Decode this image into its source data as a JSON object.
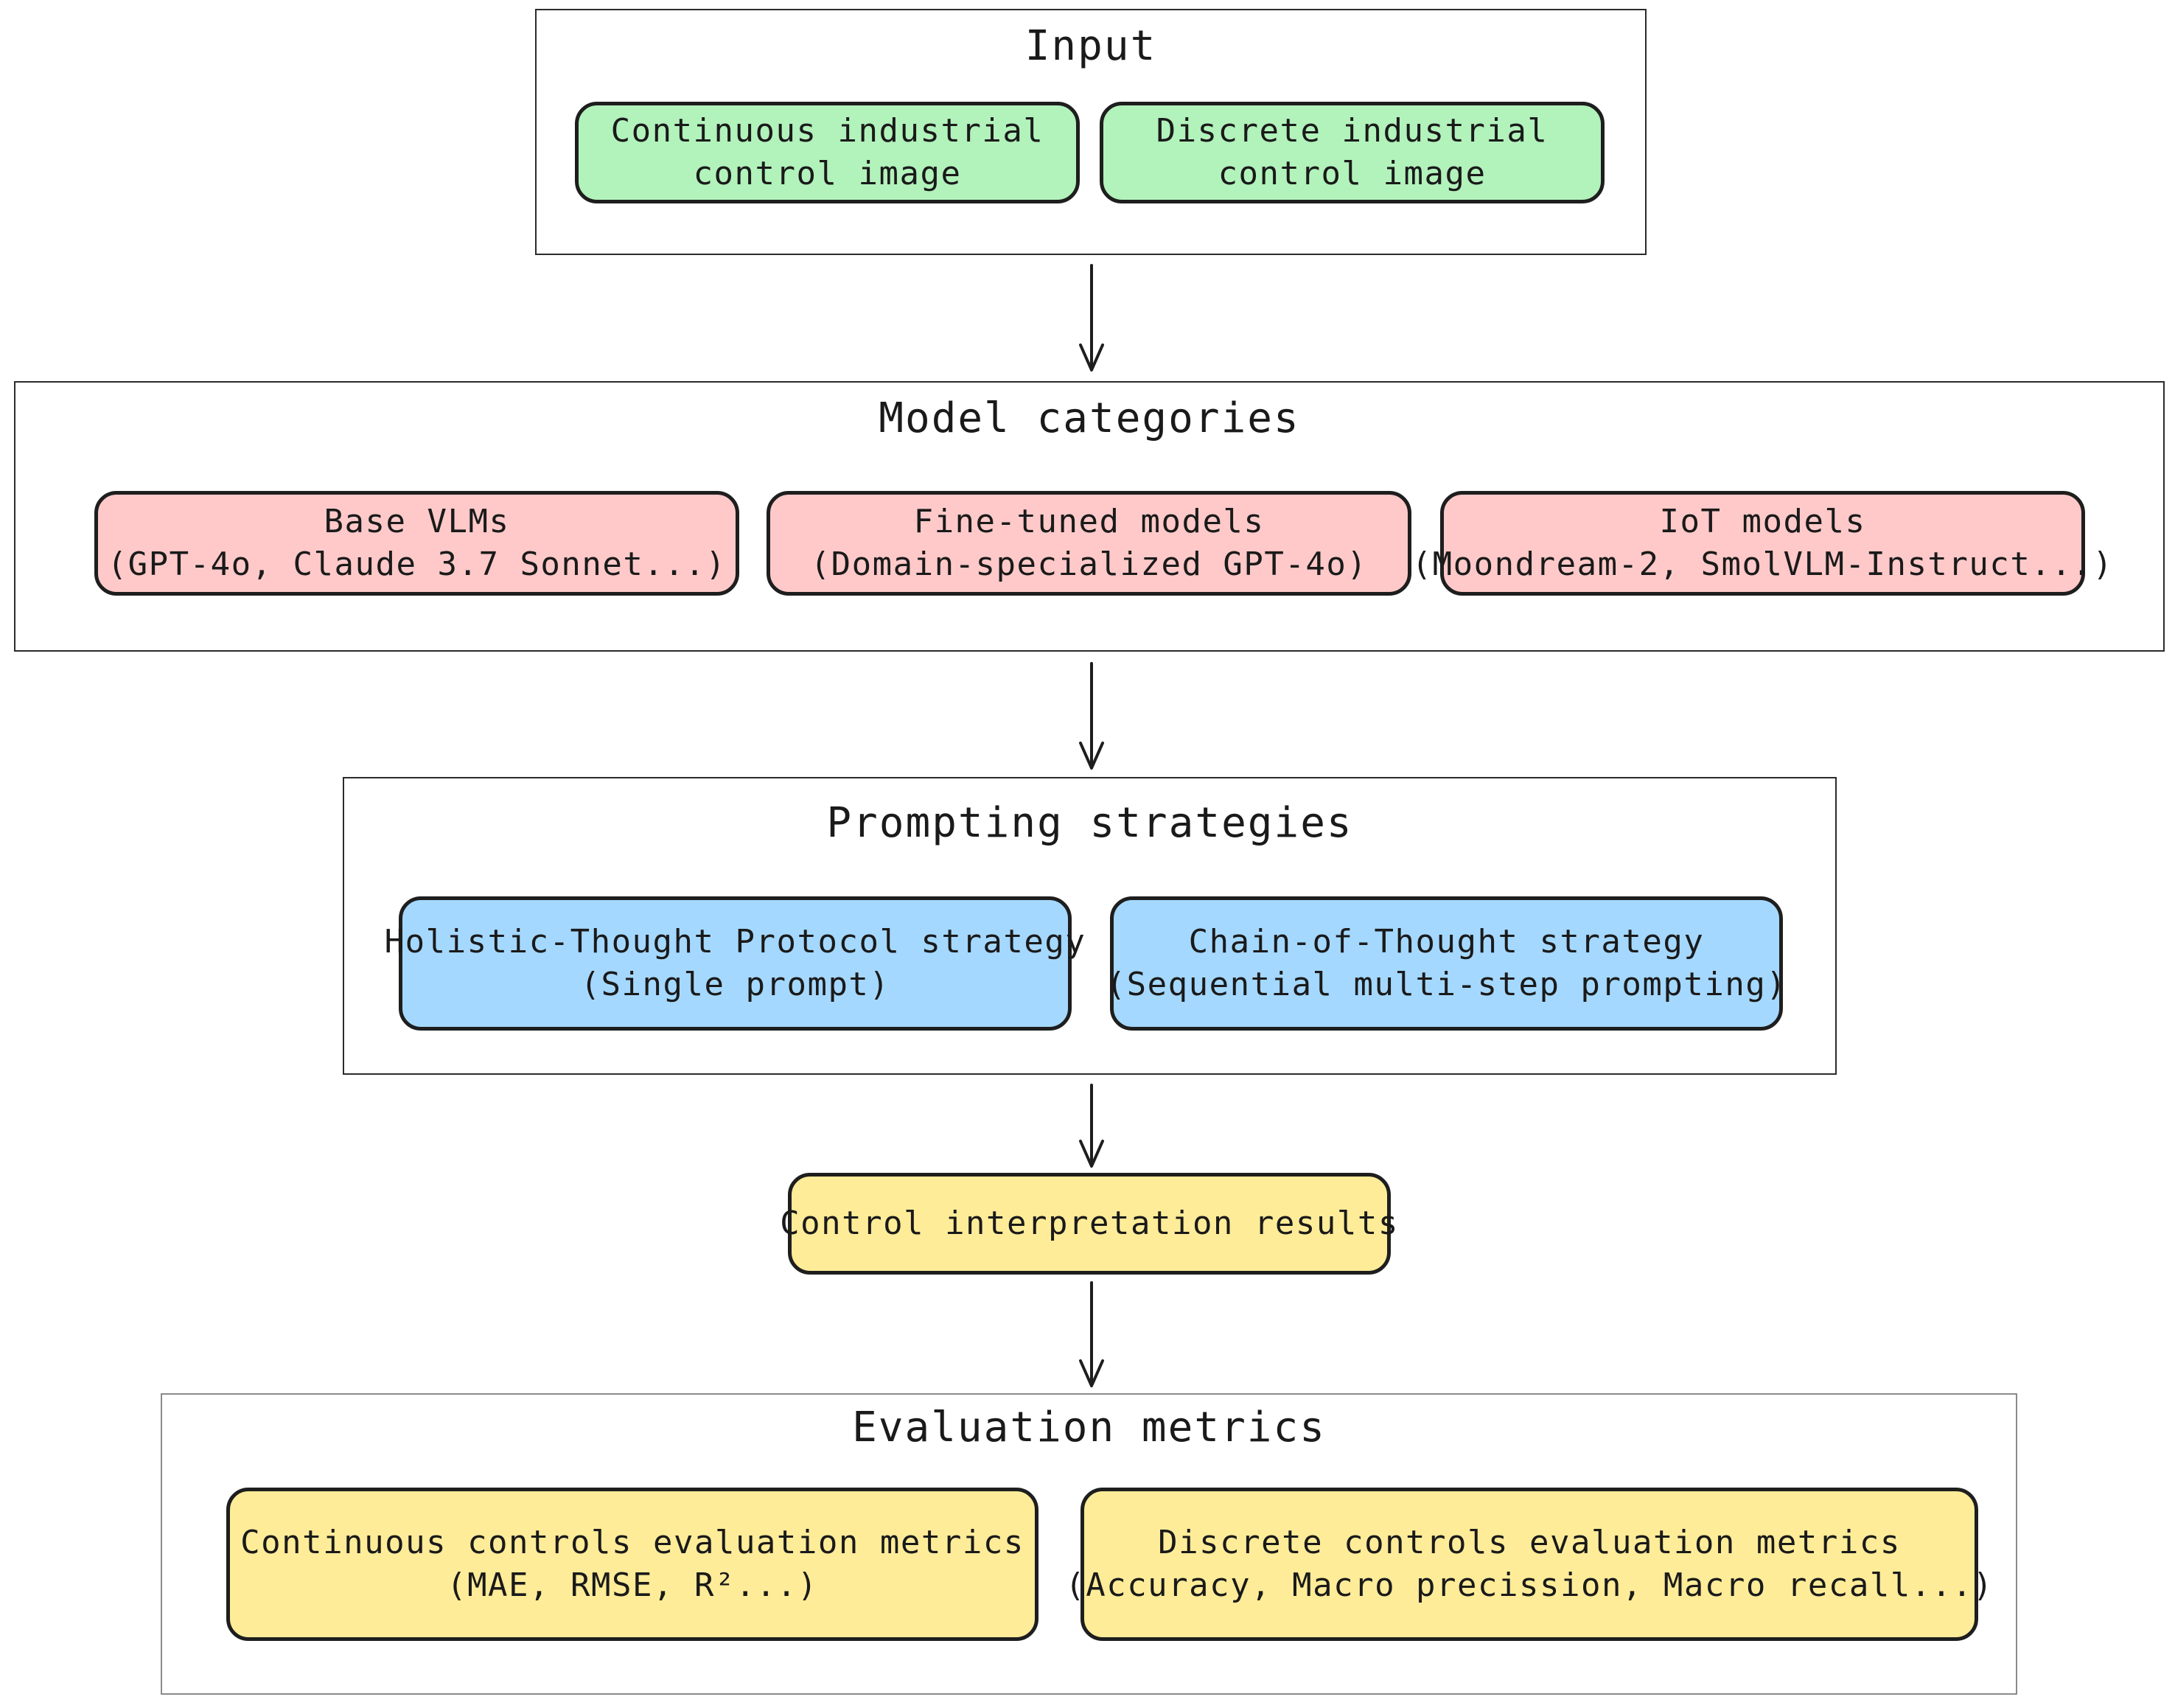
{
  "input": {
    "title": "Input",
    "items": [
      {
        "line1": "Continuous industrial",
        "line2": "control image"
      },
      {
        "line1": "Discrete industrial",
        "line2": "control image"
      }
    ]
  },
  "models": {
    "title": "Model categories",
    "items": [
      {
        "line1": "Base VLMs",
        "line2": "(GPT-4o, Claude 3.7 Sonnet...)"
      },
      {
        "line1": "Fine-tuned models",
        "line2": "(Domain-specialized GPT-4o)"
      },
      {
        "line1": "IoT models",
        "line2": "(Moondream-2, SmolVLM-Instruct...)"
      }
    ]
  },
  "prompting": {
    "title": "Prompting strategies",
    "items": [
      {
        "line1": "Holistic-Thought Protocol strategy",
        "line2": "(Single prompt)"
      },
      {
        "line1": "Chain-of-Thought strategy",
        "line2": "(Sequential multi-step prompting)"
      }
    ]
  },
  "results": {
    "label": "Control interpretation results"
  },
  "evaluation": {
    "title": "Evaluation metrics",
    "items": [
      {
        "line1": "Continuous controls evaluation metrics",
        "line2": "(MAE, RMSE, R²...)"
      },
      {
        "line1": "Discrete controls evaluation metrics",
        "line2": "(Accuracy, Macro precission, Macro recall...)"
      }
    ]
  },
  "colors": {
    "input_box": "#b2f2bb",
    "model_box": "#ffc9c9",
    "prompt_box": "#a5d8ff",
    "result_box": "#ffec99"
  }
}
